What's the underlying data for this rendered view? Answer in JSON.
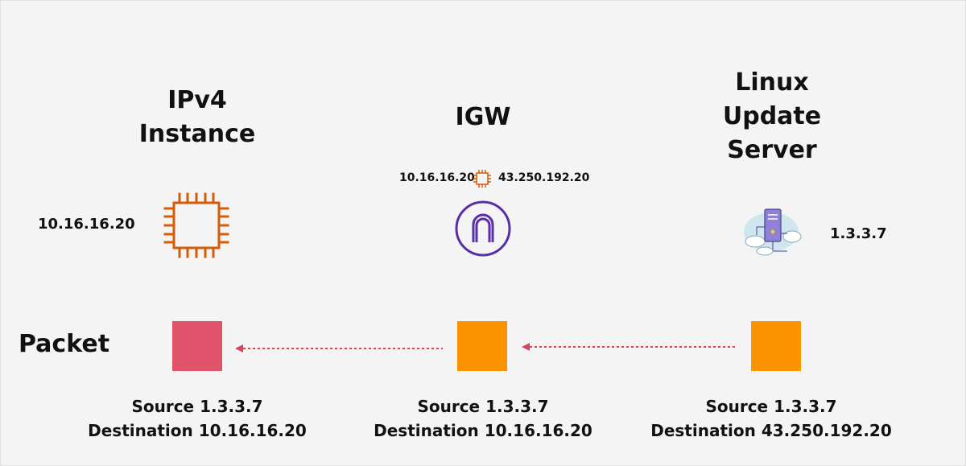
{
  "diagram": {
    "columns": [
      {
        "title": "IPv4\nInstance",
        "ip": "10.16.16.20",
        "icon": "chip-icon",
        "packet_color": "#e0536b",
        "source": "Source 1.3.3.7",
        "destination": "Destination 10.16.16.20"
      },
      {
        "title": "IGW",
        "ip_left": "10.16.16.20",
        "ip_right": "43.250.192.20",
        "icon": "internet-gateway-icon",
        "packet_color": "#fb9400",
        "source": "Source 1.3.3.7",
        "destination": "Destination 10.16.16.20"
      },
      {
        "title": "Linux\nUpdate\nServer",
        "ip": "1.3.3.7",
        "icon": "server-cloud-icon",
        "packet_color": "#fb9400",
        "source": "Source 1.3.3.7",
        "destination": "Destination 43.250.192.20"
      }
    ],
    "packet_label": "Packet",
    "arrow_color": "#d6455b",
    "chip_color": "#d45b07",
    "igw_color": "#5a2ea6"
  }
}
